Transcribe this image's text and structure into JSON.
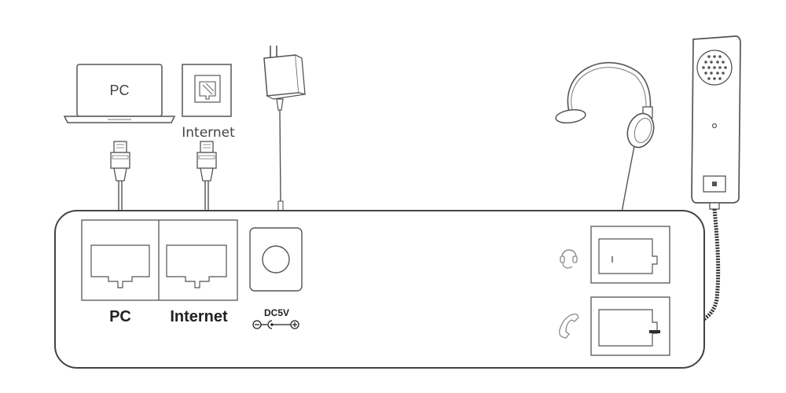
{
  "device_labels": {
    "pc": "PC",
    "internet": "Internet"
  },
  "port_labels": {
    "pc": "PC",
    "internet": "Internet",
    "power": "DC5V"
  },
  "colors": {
    "line": "#4a4a4a",
    "cord": "#2e2e2e",
    "device_fill": "#ffffff",
    "light_gray": "#999999"
  },
  "icons": {
    "laptop": "laptop-icon",
    "wall_jack": "wall-jack-icon",
    "power_adapter": "power-adapter-icon",
    "headset": "headset-icon",
    "handset": "handset-icon",
    "headset_port_symbol": "headset-symbol-icon",
    "handset_port_symbol": "handset-symbol-icon",
    "polarity_symbol": "dc-polarity-icon"
  }
}
